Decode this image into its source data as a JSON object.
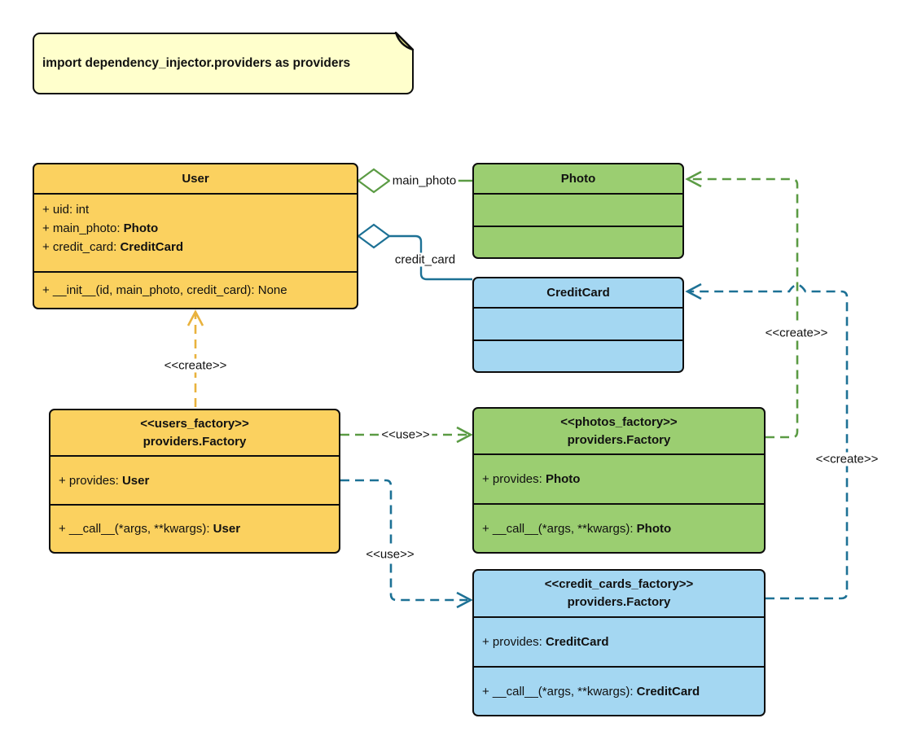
{
  "note": {
    "text": "import dependency_injector.providers as providers"
  },
  "classes": {
    "user": {
      "title": "User",
      "attributes": [
        {
          "text": "+ uid: int",
          "type": ""
        },
        {
          "text": "+ main_photo: ",
          "type": "Photo"
        },
        {
          "text": "+ credit_card: ",
          "type": "CreditCard"
        }
      ],
      "methods": [
        {
          "text": "+ __init__(id, main_photo, credit_card): None",
          "type": ""
        }
      ]
    },
    "photo": {
      "title": "Photo"
    },
    "credit_card": {
      "title": "CreditCard"
    },
    "users_factory": {
      "stereotype": "<<users_factory>>",
      "title": "providers.Factory",
      "attributes": [
        {
          "text": "+ provides: ",
          "type": "User"
        }
      ],
      "methods": [
        {
          "text": "+ __call__(*args, **kwargs): ",
          "type": "User"
        }
      ]
    },
    "photos_factory": {
      "stereotype": "<<photos_factory>>",
      "title": "providers.Factory",
      "attributes": [
        {
          "text": "+ provides: ",
          "type": "Photo"
        }
      ],
      "methods": [
        {
          "text": "+ __call__(*args, **kwargs): ",
          "type": "Photo"
        }
      ]
    },
    "credit_cards_factory": {
      "stereotype": "<<credit_cards_factory>>",
      "title": "providers.Factory",
      "attributes": [
        {
          "text": "+ provides: ",
          "type": "CreditCard"
        }
      ],
      "methods": [
        {
          "text": "+ __call__(*args, **kwargs): ",
          "type": "CreditCard"
        }
      ]
    }
  },
  "edges": {
    "main_photo_label": "main_photo",
    "credit_card_label": "credit_card",
    "create_user_label": "<<create>>",
    "use_photos_label": "<<use>>",
    "use_credit_cards_label": "<<use>>",
    "create_photo_label": "<<create>>",
    "create_credit_card_label": "<<create>>"
  },
  "colors": {
    "yellow_fill": "#FBD15F",
    "yellow_line": "#E9B23D",
    "green_fill": "#9BCE71",
    "green_line": "#5B9B44",
    "blue_fill": "#A4D7F2",
    "blue_line": "#1D7195",
    "note_fill": "#FFFFCC"
  }
}
